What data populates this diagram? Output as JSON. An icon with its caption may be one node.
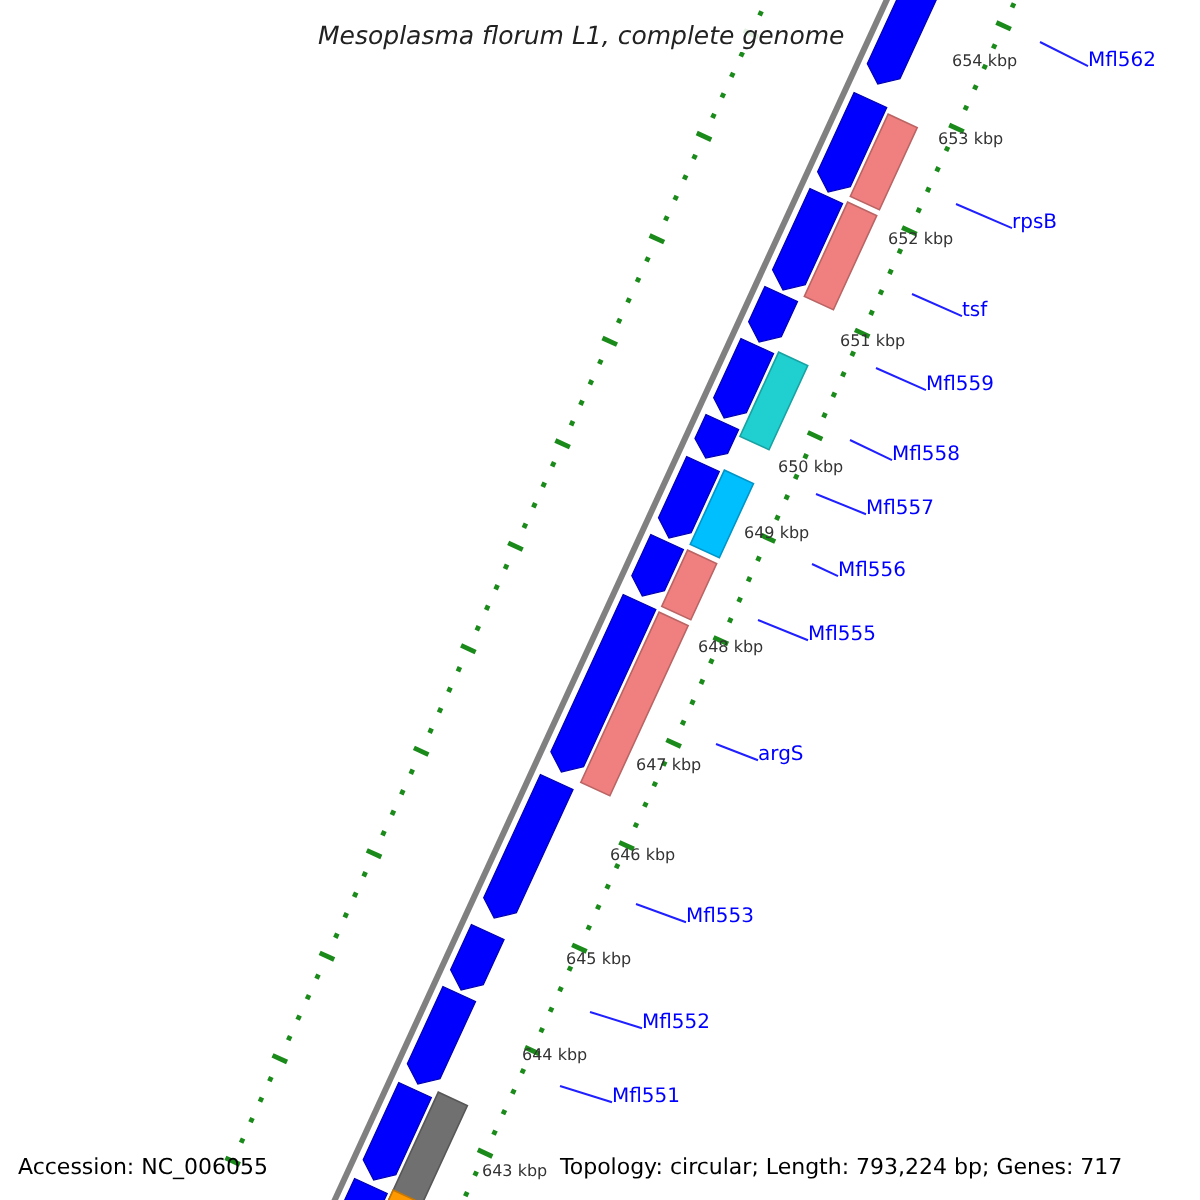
{
  "diagram": {
    "title": "Mesoplasma florum L1, complete genome",
    "nodes": [
      {
        "text": [
          "Mfl562"
        ]
      },
      {
        "text": [
          "rpsB"
        ]
      },
      {
        "text": [
          "tsf"
        ]
      },
      {
        "text": [
          "Mfl559"
        ]
      },
      {
        "text": [
          "Mfl558"
        ]
      },
      {
        "text": [
          "Mfl557"
        ]
      },
      {
        "text": [
          "Mfl556"
        ]
      },
      {
        "text": [
          "Mfl555"
        ]
      },
      {
        "text": [
          "argS"
        ]
      },
      {
        "text": [
          "Mfl553"
        ]
      },
      {
        "text": [
          "Mfl552"
        ]
      },
      {
        "text": [
          "Mfl551"
        ]
      },
      {
        "text": [],
        "shape": "pentagon"
      },
      {
        "text": [],
        "shape": "pentagon"
      },
      {
        "text": [],
        "shape": "pentagon"
      },
      {
        "text": [],
        "shape": "pentagon"
      },
      {
        "text": [],
        "shape": "pentagon"
      },
      {
        "text": [],
        "shape": "pentagon"
      },
      {
        "text": [],
        "shape": "pentagon"
      },
      {
        "text": [],
        "shape": "pentagon"
      },
      {
        "text": [],
        "shape": "pentagon"
      },
      {
        "text": [],
        "shape": "pentagon"
      },
      {
        "text": [],
        "shape": "pentagon"
      },
      {
        "text": [],
        "shape": "pentagon"
      },
      {
        "text": [],
        "shape": "pentagon"
      },
      {
        "text": [],
        "shape": "pentagon"
      },
      {
        "text": [],
        "shape": "bar"
      },
      {
        "text": [],
        "shape": "bar"
      },
      {
        "text": [],
        "shape": "bar"
      },
      {
        "text": [],
        "shape": "bar"
      },
      {
        "text": [],
        "shape": "bar"
      },
      {
        "text": [],
        "shape": "bar"
      },
      {
        "text": [],
        "shape": "bar"
      },
      {
        "text": [],
        "shape": "bar"
      }
    ],
    "edges": [
      {
        "from": 0,
        "to": null,
        "arrow": "none"
      },
      {
        "from": 1,
        "to": null,
        "arrow": "none"
      },
      {
        "from": 2,
        "to": null,
        "arrow": "none"
      },
      {
        "from": 3,
        "to": null,
        "arrow": "none"
      },
      {
        "from": 4,
        "to": null,
        "arrow": "none"
      },
      {
        "from": 5,
        "to": null,
        "arrow": "none"
      },
      {
        "from": 6,
        "to": null,
        "arrow": "none"
      },
      {
        "from": 7,
        "to": null,
        "arrow": "none"
      },
      {
        "from": 8,
        "to": null,
        "arrow": "none"
      },
      {
        "from": 9,
        "to": null,
        "arrow": "none"
      },
      {
        "from": 10,
        "to": null,
        "arrow": "none"
      },
      {
        "from": 11,
        "to": null,
        "arrow": "none"
      }
    ],
    "labels": [
      "654 kbp",
      "653 kbp",
      "652 kbp",
      "651 kbp",
      "650 kbp",
      "649 kbp",
      "648 kbp",
      "647 kbp",
      "646 kbp",
      "645 kbp",
      "644 kbp",
      "643 kbp",
      "Accession: NC_006055",
      "Topology: circular; Length: 793,224 bp; Genes: 717"
    ]
  }
}
